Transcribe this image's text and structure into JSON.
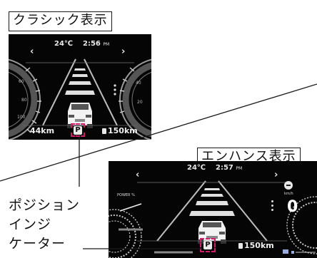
{
  "classic": {
    "mode_label": "クラシック表示",
    "temperature": "24℃",
    "time": "2:56",
    "time_period": "PM",
    "left_range": "44km",
    "right_range": "150km",
    "shift_position": "P"
  },
  "enhanced": {
    "mode_label": "エンハンス表示",
    "temperature": "24℃",
    "time": "2:57",
    "time_period": "PM",
    "right_range": "150km",
    "shift_position": "P",
    "power_label": "POWER %",
    "speed_unit": "km/h",
    "speed_value": "0"
  },
  "callout": {
    "lines": [
      "ポジション",
      "インジ",
      "ケーター"
    ]
  },
  "colors": {
    "indicator_frame": "#d21d6b",
    "display_bg": "#050505"
  }
}
